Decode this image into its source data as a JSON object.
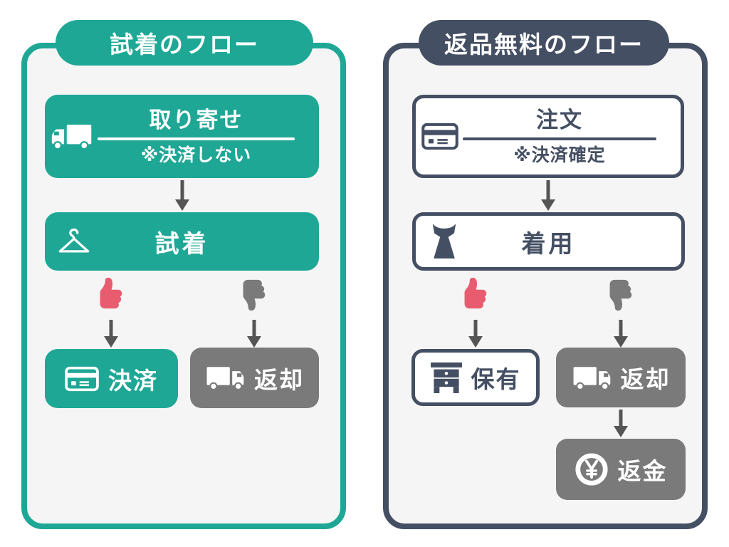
{
  "colors": {
    "teal": "#1FA796",
    "navy": "#454F63",
    "gray": "#7A7A7A",
    "pink": "#E85C6F",
    "panel_bg": "#F5F5F5",
    "arrow": "#555555",
    "white": "#FFFFFF"
  },
  "left_flow": {
    "title": "試着のフロー",
    "order": {
      "title": "取り寄せ",
      "note": "※決済しない",
      "icon": "truck-icon"
    },
    "tryon": {
      "label": "試着",
      "icon": "hanger-icon"
    },
    "decision": {
      "yes_icon": "thumbs-up-icon",
      "no_icon": "thumbs-down-icon"
    },
    "pay": {
      "label": "決済",
      "icon": "credit-card-icon"
    },
    "return": {
      "label": "返却",
      "icon": "truck-icon"
    }
  },
  "right_flow": {
    "title": "返品無料のフロー",
    "order": {
      "title": "注文",
      "note": "※決済確定",
      "icon": "credit-card-icon"
    },
    "wear": {
      "label": "着用",
      "icon": "dress-icon"
    },
    "decision": {
      "yes_icon": "thumbs-up-icon",
      "no_icon": "thumbs-down-icon"
    },
    "keep": {
      "label": "保有",
      "icon": "drawer-icon"
    },
    "return": {
      "label": "返却",
      "icon": "truck-icon"
    },
    "refund": {
      "label": "返金",
      "icon": "yen-circle-icon"
    }
  }
}
